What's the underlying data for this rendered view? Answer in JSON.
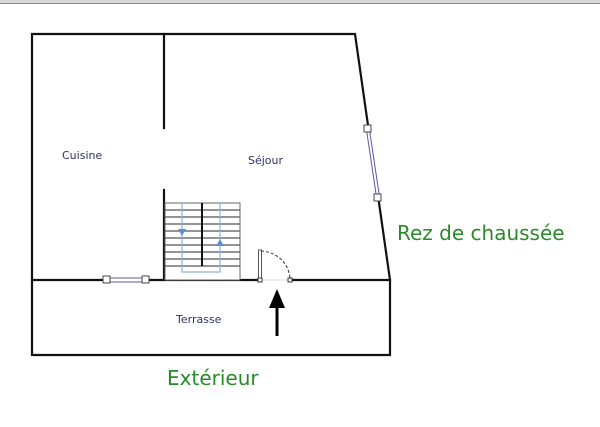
{
  "plan": {
    "rooms": [
      {
        "id": "cuisine",
        "label": "Cuisine"
      },
      {
        "id": "sejour",
        "label": "Séjour"
      },
      {
        "id": "terrasse",
        "label": "Terrasse"
      }
    ],
    "floor_label": "Rez de chaussée",
    "outside_label": "Extérieur",
    "colors": {
      "wall": "#111111",
      "window": "#5a5aa0",
      "stairs": "#555555",
      "stair_path": "#6f95c8",
      "room_text": "#2f3168",
      "label_green": "#2a8a2a"
    }
  }
}
